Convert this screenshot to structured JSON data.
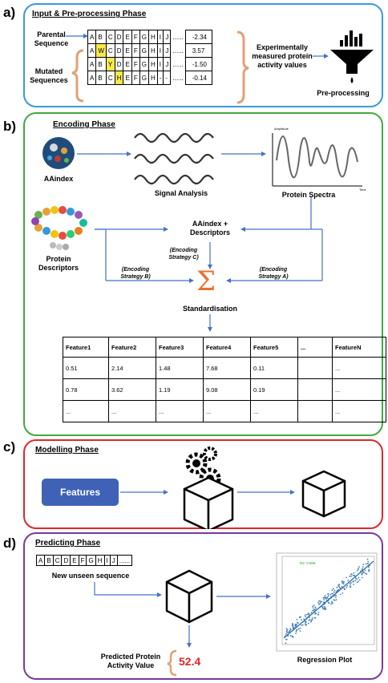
{
  "panels": {
    "a": {
      "label": "a)",
      "title": "Input & Pre-processing Phase",
      "parental_label": "Parental Sequence",
      "mutated_label": "Mutated Sequences",
      "rows": [
        {
          "cells": [
            "A",
            "B",
            "C",
            "D",
            "E",
            "F",
            "G",
            "H",
            "I",
            "J",
            "......"
          ],
          "value": "-2.34",
          "highlight": -1
        },
        {
          "cells": [
            "A",
            "W",
            "C",
            "D",
            "E",
            "F",
            "G",
            "H",
            "I",
            "J",
            "......"
          ],
          "value": "3.57",
          "highlight": 1
        },
        {
          "cells": [
            "A",
            "B",
            "Y",
            "D",
            "E",
            "F",
            "G",
            "H",
            "I",
            "J",
            "......"
          ],
          "value": "-1.50",
          "highlight": 2
        },
        {
          "cells": [
            "A",
            "B",
            "C",
            "H",
            "E",
            "F",
            "G",
            "H",
            "-",
            "-",
            "......"
          ],
          "value": "-0.14",
          "highlight": 3
        }
      ],
      "measured_label": "Experimentally measured protein activity values",
      "preprocessing_label": "Pre-processing"
    },
    "b": {
      "label": "b)",
      "title": "Encoding Phase",
      "aaindex": "AAindex",
      "signal_analysis": "Signal Analysis",
      "protein_spectra": "Protein Spectra",
      "spectra_ylabel": "Amplitude",
      "spectra_xlabel": "Time",
      "protein_descriptors": "Protein Descriptors",
      "aaindex_descriptors": "AAindex + Descriptors",
      "strategy_c": "(Encoding Strategy C)",
      "strategy_b": "(Encoding Strategy B)",
      "strategy_a": "(Encoding Strategy A)",
      "sigma": "Σ",
      "standardisation": "Standardisation",
      "table_header": [
        "Feature1",
        "Feature2",
        "Feature3",
        "Feature4",
        "Feature5",
        "...",
        "FeatureN"
      ],
      "table_rows": [
        [
          "0.51",
          "2.14",
          "1.48",
          "7.68",
          "0.11",
          "",
          "..."
        ],
        [
          "0.78",
          "3.62",
          "1.19",
          "9.08",
          "0.19",
          "",
          "..."
        ],
        [
          "...",
          "...",
          "...",
          "...",
          "...",
          "",
          "..."
        ]
      ]
    },
    "c": {
      "label": "c)",
      "title": "Modelling Phase",
      "features": "Features"
    },
    "d": {
      "label": "d)",
      "title": "Predicting Phase",
      "new_sequence": [
        "A",
        "B",
        "C",
        "D",
        "E",
        "F",
        "G",
        "H",
        "I",
        "J",
        "......"
      ],
      "new_sequence_label": "New unseen sequence",
      "predicted_label": "Predicted Protein Activity Value",
      "predicted_value": "52.4",
      "regression_label": "Regression Plot",
      "r2_text": "R2: 0.908"
    }
  },
  "colors": {
    "panel_a": "#3a9ad9",
    "panel_b": "#3faa3f",
    "panel_c": "#e0262a",
    "panel_d": "#7a3a9a",
    "arrow": "#4472c4",
    "features_box": "#3f62b6",
    "brace": "#e3a077",
    "highlight": "#f7e94a",
    "predicted_value": "#e0262a",
    "sigma": "#e8742c"
  }
}
